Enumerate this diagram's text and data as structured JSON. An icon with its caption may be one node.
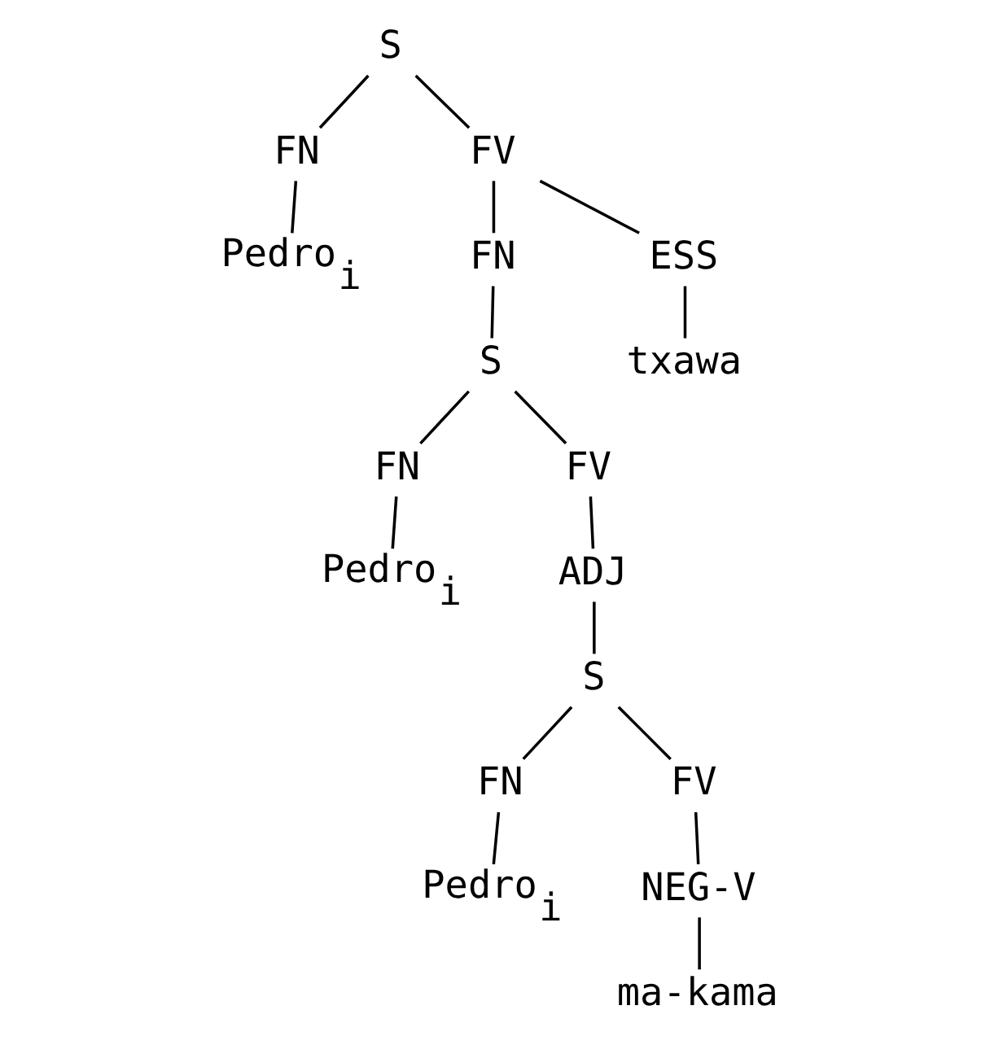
{
  "diagram": {
    "nodes": [
      {
        "text": [
          "S"
        ]
      },
      {
        "text": [
          "FN"
        ]
      },
      {
        "text": [
          "FV"
        ]
      },
      {
        "text": [
          "Pedro$_{i}$"
        ]
      },
      {
        "text": [
          "FN"
        ]
      },
      {
        "text": [
          "ESS"
        ]
      },
      {
        "text": [
          "S"
        ]
      },
      {
        "text": [
          "txawa"
        ]
      },
      {
        "text": [
          "FN"
        ]
      },
      {
        "text": [
          "FV"
        ]
      },
      {
        "text": [
          "Pedro$_{i}$"
        ]
      },
      {
        "text": [
          "ADJ"
        ]
      },
      {
        "text": [
          "S"
        ]
      },
      {
        "text": [
          "FN"
        ]
      },
      {
        "text": [
          "FV"
        ]
      },
      {
        "text": [
          "Pedro$_{i}$"
        ]
      },
      {
        "text": [
          "NEG-V"
        ]
      },
      {
        "text": [
          "ma-kama"
        ]
      }
    ],
    "edges": [
      {
        "from": 0,
        "to": 1,
        "arrow": "none"
      },
      {
        "from": 0,
        "to": 2,
        "arrow": "none"
      },
      {
        "from": 1,
        "to": 3,
        "arrow": "none"
      },
      {
        "from": 2,
        "to": 4,
        "arrow": "none"
      },
      {
        "from": 2,
        "to": 5,
        "arrow": "none"
      },
      {
        "from": 4,
        "to": 6,
        "arrow": "none"
      },
      {
        "from": 5,
        "to": 7,
        "arrow": "none"
      },
      {
        "from": 6,
        "to": 8,
        "arrow": "none"
      },
      {
        "from": 6,
        "to": 9,
        "arrow": "none"
      },
      {
        "from": 8,
        "to": 10,
        "arrow": "none"
      },
      {
        "from": 9,
        "to": 11,
        "arrow": "none"
      },
      {
        "from": 11,
        "to": 12,
        "arrow": "none"
      },
      {
        "from": 12,
        "to": 13,
        "arrow": "none"
      },
      {
        "from": 12,
        "to": 14,
        "arrow": "none"
      },
      {
        "from": 13,
        "to": 15,
        "arrow": "none"
      },
      {
        "from": 14,
        "to": 16,
        "arrow": "none"
      },
      {
        "from": 16,
        "to": 17,
        "arrow": "none"
      }
    ]
  }
}
